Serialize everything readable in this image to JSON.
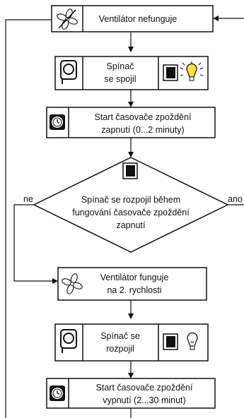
{
  "boxes": {
    "b1": {
      "text": "Ventilátor nefunguje",
      "icon": "fan-off-icon"
    },
    "b2": {
      "line1": "Spínač",
      "line2": "se spojil",
      "left_icon": "timer-icon",
      "right_icon": "switch-lamp-on-icon"
    },
    "b3": {
      "line1": "Start časovače zpoždění",
      "line2": "zapnutí (0...2 minuty)",
      "icon": "clock-icon"
    },
    "b5": {
      "text1": "Ventilátor funguje",
      "text2": "na 2. rychlosti",
      "icon": "fan-on-icon"
    },
    "b6": {
      "line1": "Spínač se",
      "line2": "rozpojil",
      "left_icon": "timer-icon",
      "right_icon": "switch-lamp-off-icon"
    },
    "b7": {
      "line1": "Start časovače zpoždění",
      "line2": "vypnutí (2...30 minut)",
      "icon": "clock-icon"
    }
  },
  "decision": {
    "line1": "Spínač se rozpojil během",
    "line2": "fungování časovače zpoždění",
    "line3": "zapnutí",
    "icon": "switch-icon",
    "no_label": "ne",
    "yes_label": "ano"
  }
}
